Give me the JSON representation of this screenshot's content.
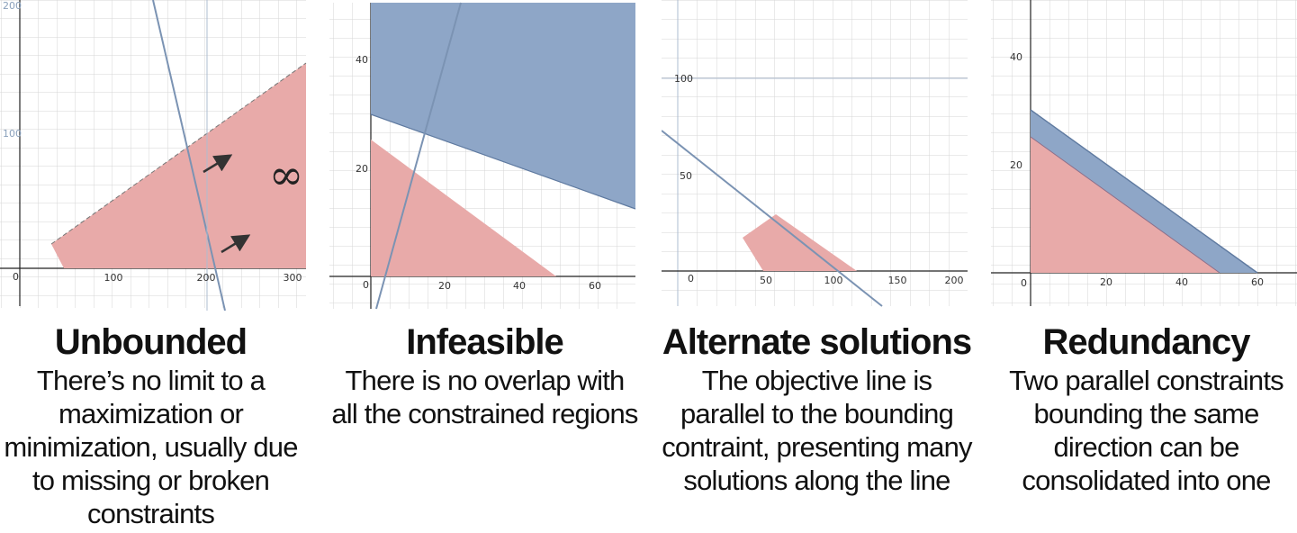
{
  "panels": [
    {
      "title": "Unbounded",
      "description": "There’s no limit to a maximization or minimization, usually due to missing or broken constraints",
      "x_ticks": [
        "0",
        "100",
        "200",
        "300"
      ],
      "y_ticks": [
        "100",
        "200"
      ],
      "symbol": "∞",
      "fill_color": "#e8aaa9"
    },
    {
      "title": "Infeasible",
      "description": "There is no overlap with all the constrained regions",
      "x_ticks": [
        "0",
        "20",
        "40",
        "60"
      ],
      "y_ticks": [
        "20",
        "40"
      ],
      "fill_color": "#e8aaa9",
      "constraint_color": "#8ea6c7"
    },
    {
      "title": "Alternate solutions",
      "description": "The objective line is parallel to the bounding contraint, presenting many solutions along the line",
      "x_ticks": [
        "0",
        "50",
        "100",
        "150",
        "200"
      ],
      "y_ticks": [
        "50",
        "100"
      ],
      "fill_color": "#e8aaa9"
    },
    {
      "title": "Redundancy",
      "description": "Two parallel constraints bounding the same direction can be consolidated into one",
      "x_ticks": [
        "0",
        "20",
        "40",
        "60"
      ],
      "y_ticks": [
        "20",
        "40"
      ],
      "fill_color": "#e8aaa9",
      "constraint_color": "#8ea6c7"
    }
  ]
}
